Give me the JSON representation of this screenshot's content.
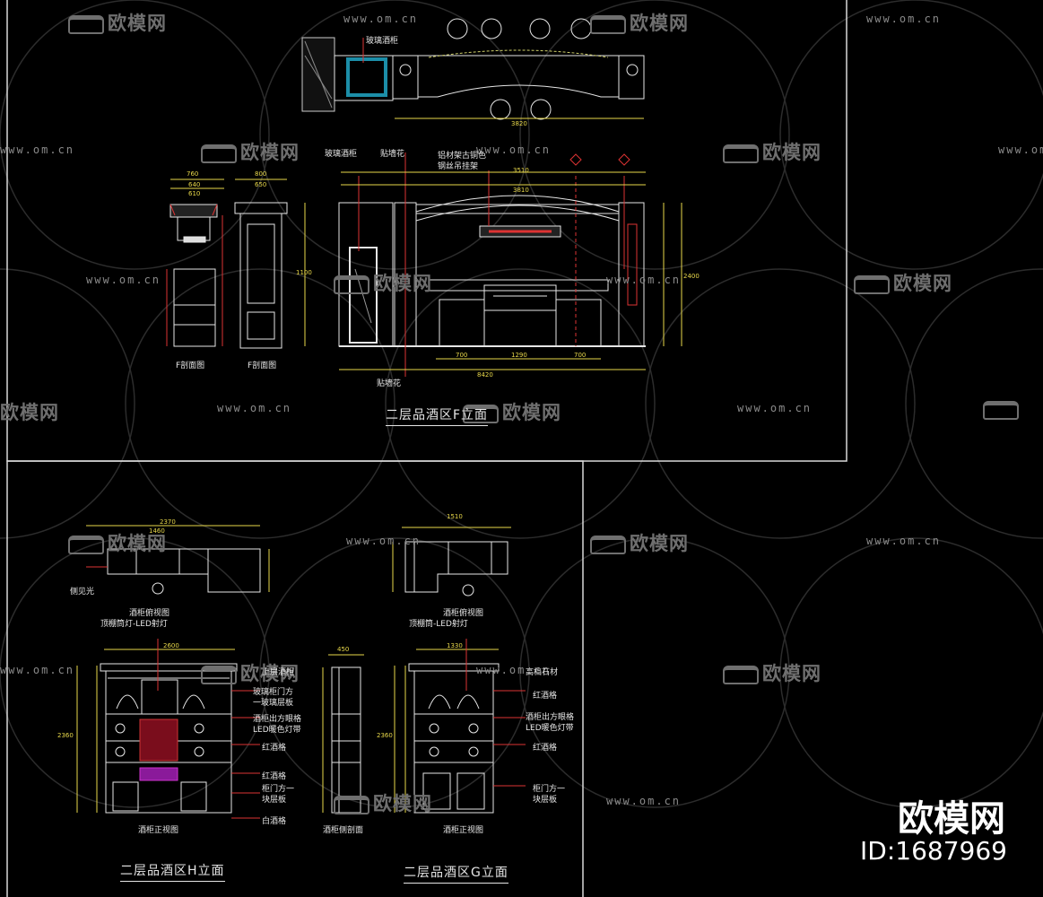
{
  "watermark": {
    "url": "www.om.cn",
    "logo": "欧模网"
  },
  "titles": {
    "f": "二层品酒区F立面",
    "h": "二层品酒区H立面",
    "g": "二层品酒区G立面"
  },
  "labels": {
    "f_glass_cabinet": "玻璃酒柜",
    "f_glass_cabinet_2": "玻璃酒柜",
    "f_wallpaper": "贴墙花",
    "f_wallpaper_bottom": "贴墙花",
    "f_rack": "铝材架古铜色",
    "f_rack_2": "钢丝吊挂架",
    "f_section_a": "F剖面图",
    "f_section_b": "F剖面图",
    "h_side": "侧见光",
    "h_top": "酒柜俯视图",
    "h_lamp": "顶棚筒灯-LED射灯",
    "h_c1": "上层酒柜",
    "h_c2": "玻璃柜门方",
    "h_c3": "一玻璃层板",
    "h_c4": "酒柜出方眼格",
    "h_c5": "LED暖色灯带",
    "h_c6": "红酒格",
    "h_c7": "红酒格",
    "h_c8": "柜门方一",
    "h_c9": "块层板",
    "h_c10": "白酒格",
    "h_front": "酒柜正视图",
    "h_side_view": "酒柜侧剖面",
    "g_top": "酒柜俯视图",
    "g_lamp": "顶棚筒-LED射灯",
    "g_c1": "高档石材",
    "g_c2": "红酒格",
    "g_c3": "酒柜出方眼格",
    "g_c4": "LED暖色灯带",
    "g_c5": "红酒格",
    "g_c6": "柜门方一",
    "g_c7": "块层板",
    "g_front": "酒柜正视图"
  },
  "dims": {
    "f_top_w": "3820",
    "f_total": "3510",
    "f_total2": "3810",
    "f_bottom": "8420",
    "f_b1": "700",
    "f_b2": "1290",
    "f_b3": "700",
    "f_l1": "760",
    "f_l2": "640",
    "f_l3": "610",
    "f_p1": "800",
    "f_p2": "650",
    "f_h1": "2400",
    "f_h2": "1100",
    "h_w": "2370",
    "h_w2": "1460",
    "h_w3": "2600",
    "h_h": "2360",
    "g_w": "1510",
    "g_w2": "1330",
    "g_h": "2360",
    "side_w": "450"
  },
  "brand": {
    "name": "欧模网",
    "id": "ID:1687969"
  }
}
